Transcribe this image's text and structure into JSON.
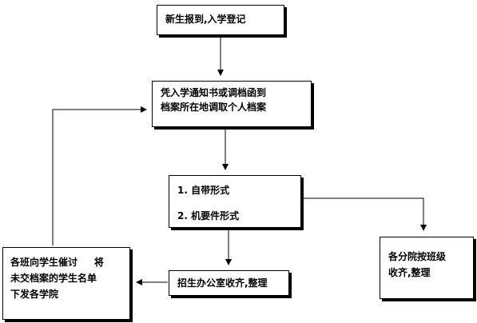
{
  "nodes": {
    "register": {
      "lines": [
        "新生报到,入学登记"
      ]
    },
    "archive": {
      "lines": [
        "凭入学通知书或调档函到",
        "档案所在地调取个人档案"
      ]
    },
    "forms": {
      "lines": [
        "1.  自带形式",
        "2.  机要件形式"
      ]
    },
    "admissions": {
      "lines": [
        "招生办公室收齐,整理"
      ]
    },
    "classes": {
      "lines": [
        "各班向学生催讨     将",
        "未交档案的学生名单",
        "下发各学院"
      ]
    },
    "colleges": {
      "lines": [
        "各分院按班级",
        "收齐,整理"
      ]
    }
  },
  "colors": {
    "line": "#000000",
    "box_fill": "#ffffff",
    "box_shadow": "#000000",
    "text": "#000000"
  }
}
